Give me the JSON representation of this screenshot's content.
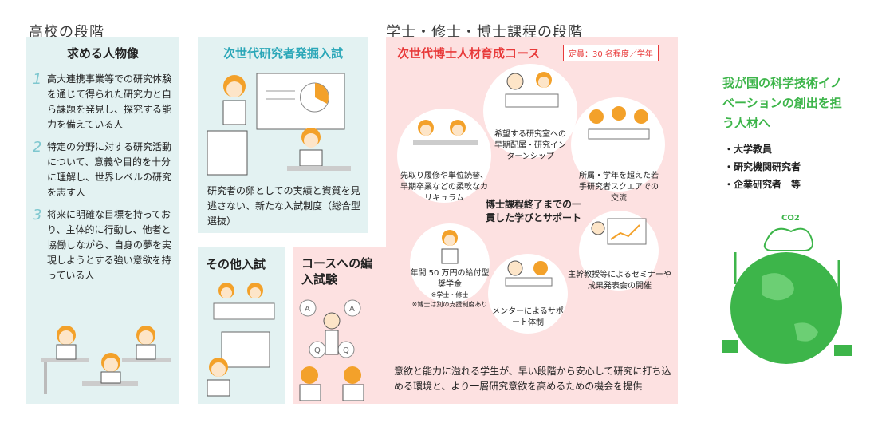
{
  "stages": {
    "high_school": "高校の段階",
    "university": "学士・修士・博士課程の段階"
  },
  "ideal": {
    "title": "求める人物像",
    "items": [
      {
        "num": "1",
        "text": "高大連携事業等での研究体験を通じて得られた研究力と自ら課題を発見し、探究する能力を備えている人"
      },
      {
        "num": "2",
        "text": "特定の分野に対する研究活動について、意義や目的を十分に理解し、世界レベルの研究を志す人"
      },
      {
        "num": "3",
        "text": "将来に明確な目標を持っており、主体的に行動し、他者と協働しながら、自身の夢を実現しようとする強い意欲を持っている人"
      }
    ]
  },
  "entrance": {
    "title": "次世代研究者発掘入試",
    "desc": "研究者の卵としての実績と資質を見逃さない、新たな入試制度（総合型選抜）"
  },
  "other": {
    "title": "その他入試"
  },
  "transfer": {
    "title": "コースへの編入試験"
  },
  "course": {
    "title": "次世代博士人材育成コース",
    "capacity": "定員：30 名程度／学年",
    "center": "博士課程終了までの一貫した学びとサポート",
    "items": {
      "lab": "希望する研究室への早期配属・研究インターンシップ",
      "curriculum": "先取り履修や単位読替、早期卒業などの柔軟なカリキュラム",
      "square": "所属・学年を超えた若手研究者スクエアでの交流",
      "scholarship": "年間 50 万円の給付型奨学金",
      "scholarship_note1": "※学士・修士",
      "scholarship_note2": "※博士は別の支援制度あり",
      "seminar": "主幹教授等によるセミナーや成果発表会の開催",
      "mentor": "メンターによるサポート体制"
    },
    "footer": "意欲と能力に溢れる学生が、早い段階から安心して研究に打ち込める環境と、より一層研究意欲を高めるための機会を提供"
  },
  "goal": {
    "title": "我が国の科学技術イノベーションの創出を担う人材へ",
    "items": [
      "・大学教員",
      "・研究機関研究者",
      "・企業研究者　等"
    ],
    "co2": "CO2"
  },
  "colors": {
    "teal_panel": "#e3f2f2",
    "teal_title": "#2ba7b8",
    "pink_panel": "#fde1e1",
    "pink_title": "#e83a3a",
    "green": "#3db54a",
    "arrow": "#cfcfcf"
  }
}
